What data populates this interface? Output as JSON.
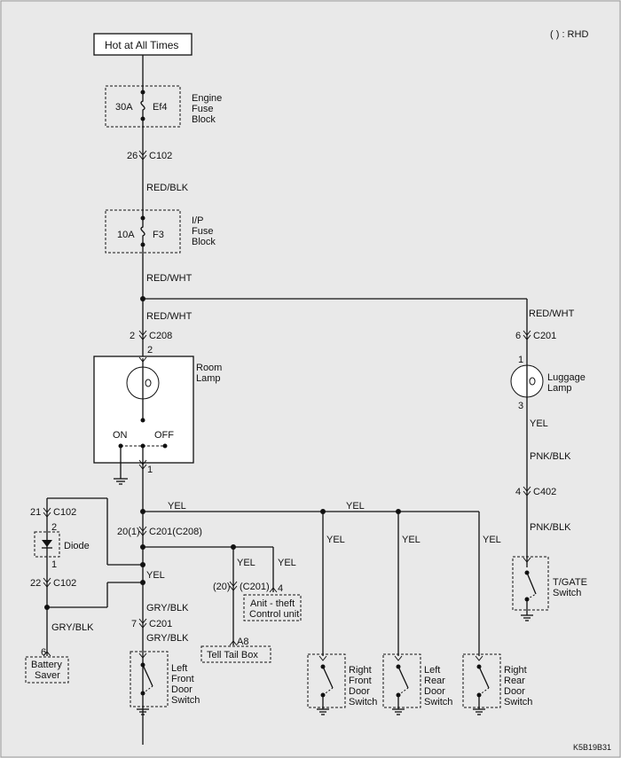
{
  "legend": {
    "rhd": "(   ) : RHD"
  },
  "source": "Hot at All Times",
  "engine_fuse": {
    "rating": "30A",
    "name": "Ef4",
    "label": [
      "Engine",
      "Fuse",
      "Block"
    ]
  },
  "c102_top": {
    "pin": "26",
    "name": "C102"
  },
  "wire_red_blk": "RED/BLK",
  "ip_fuse": {
    "rating": "10A",
    "name": "F3",
    "label": [
      "I/P",
      "Fuse",
      "Block"
    ]
  },
  "wire_red_wht_1": "RED/WHT",
  "wire_red_wht_2": "RED/WHT",
  "wire_red_wht_3": "RED/WHT",
  "c208": {
    "pin": "2",
    "name": "C208",
    "inner_pin": "2"
  },
  "room_lamp": {
    "label": [
      "Room",
      "Lamp"
    ],
    "on": "ON",
    "off": "OFF",
    "bottom_pin": "1"
  },
  "c201_right": {
    "pin": "6",
    "name": "C201"
  },
  "luggage_lamp": {
    "label": [
      "Luggage",
      "Lamp"
    ],
    "pin_top": "1",
    "pin_bottom": "3"
  },
  "wire_yel_lug": "YEL",
  "wire_pnk_blk_1": "PNK/BLK",
  "c402": {
    "pin": "4",
    "name": "C402"
  },
  "wire_pnk_blk_2": "PNK/BLK",
  "tgate": {
    "label": [
      "T/GATE",
      "Switch"
    ]
  },
  "c102_mid": {
    "pin": "21",
    "name": "C102"
  },
  "diode": {
    "label": "Diode",
    "pin_top": "2",
    "pin_bottom": "1"
  },
  "c102_low": {
    "pin": "22",
    "name": "C102"
  },
  "wire_gry_blk_left": "GRY/BLK",
  "battery_saver": {
    "pin": "6",
    "label": [
      "Battery",
      "Saver"
    ]
  },
  "c201_main": {
    "pin": "20(1)",
    "name": "C201(C208)"
  },
  "wire_yel_main": "YEL",
  "wire_yel_top1": "YEL",
  "wire_yel_top2": "YEL",
  "wire_yel_r1": "YEL",
  "wire_yel_r2": "YEL",
  "wire_yel_r3": "YEL",
  "wire_yel_tell": "YEL",
  "wire_yel_anti": "YEL",
  "c201_tell": {
    "pin": "(20)",
    "name": "(C201)"
  },
  "anti_theft": {
    "pin": "4",
    "label": [
      "Anit - theft",
      "Control unit"
    ]
  },
  "wire_gry_blk_1": "GRY/BLK",
  "c201_lf": {
    "pin": "7",
    "name": "C201"
  },
  "wire_gry_blk_2": "GRY/BLK",
  "tell_tail": {
    "pin": "A8",
    "label": "Tell Tail Box"
  },
  "switches": [
    {
      "label": [
        "Left",
        "Front",
        "Door",
        "Switch"
      ]
    },
    {
      "label": [
        "Right",
        "Front",
        "Door",
        "Switch"
      ]
    },
    {
      "label": [
        "Left",
        "Rear",
        "Door",
        "Switch"
      ]
    },
    {
      "label": [
        "Right",
        "Rear",
        "Door",
        "Switch"
      ]
    }
  ],
  "code": "K5B19B31"
}
